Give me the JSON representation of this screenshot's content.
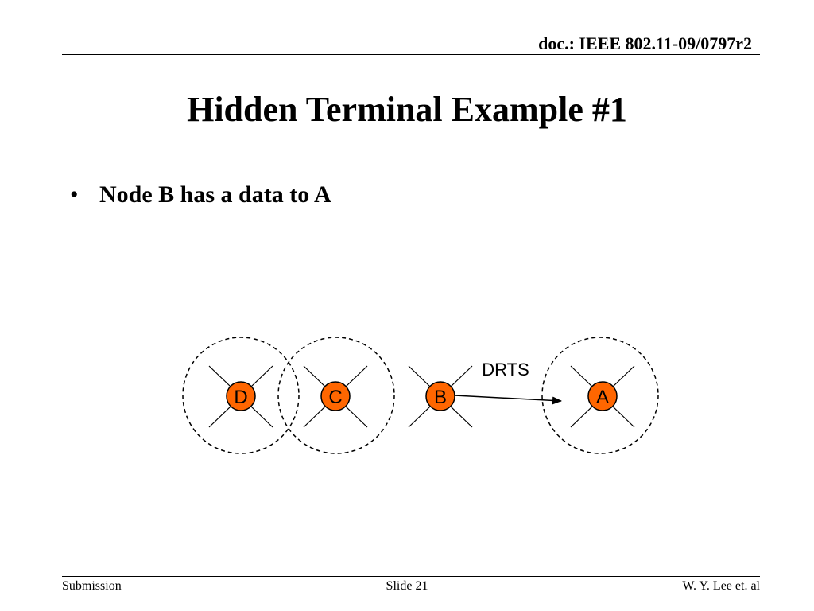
{
  "header": {
    "doc_id": "doc.: IEEE 802.11-09/0797r2"
  },
  "slide": {
    "title": "Hidden Terminal Example #1",
    "bullets": [
      "Node B has a data to A"
    ]
  },
  "diagram": {
    "nodes": [
      {
        "id": "D",
        "label": "D",
        "range_circle": true
      },
      {
        "id": "C",
        "label": "C",
        "range_circle": true
      },
      {
        "id": "B",
        "label": "B",
        "range_circle": false
      },
      {
        "id": "A",
        "label": "A",
        "range_circle": true
      }
    ],
    "edges": [
      {
        "from": "B",
        "to": "A",
        "label": "DRTS"
      }
    ],
    "node_fill": "#ff6600",
    "node_stroke": "#000000"
  },
  "footer": {
    "left": "Submission",
    "center": "Slide 21",
    "right": "W. Y. Lee et. al"
  }
}
